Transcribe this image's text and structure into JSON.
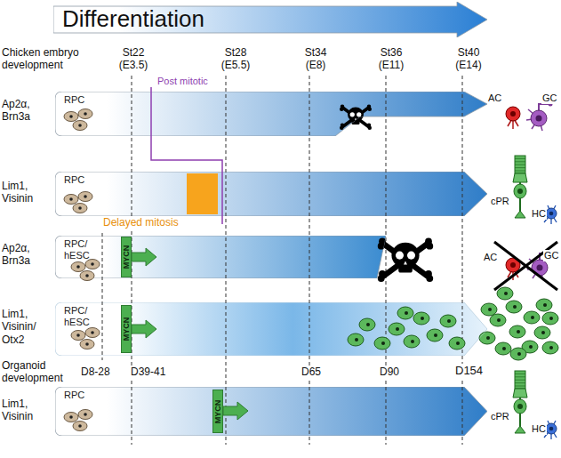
{
  "diagram": {
    "nodes": [
      {
        "text": [
          "Differentiation"
        ]
      },
      {
        "text": [
          "RPC"
        ]
      },
      {
        "text": [
          "RPC"
        ]
      },
      {
        "text": [
          "Delayed mitosis"
        ],
        "in": 2
      },
      {
        "text": [
          "RPC/ hESC"
        ]
      },
      {
        "text": [
          "MYCN"
        ],
        "in": 4
      },
      {
        "text": [
          "RPC/ hESC"
        ]
      },
      {
        "text": [
          "MYCN"
        ],
        "in": 6
      },
      {
        "text": [
          "RPC"
        ]
      },
      {
        "text": [
          "MYCN"
        ],
        "in": 8
      }
    ],
    "labels": [
      "Chicken embryo development",
      "St22 (E3.5)",
      "St28 (E5.5)",
      "St34 (E8)",
      "St36 (E11)",
      "St40 (E14)",
      "Ap2α, Brn3a",
      "Lim1, Visinin",
      "Ap2α, Brn3a",
      "Lim1, Visinin/ Otx2",
      "Lim1, Visinin",
      "Post mitotic",
      "Organoid development",
      "D8-28",
      "D39-41",
      "D65",
      "D90",
      "D154",
      "AC",
      "GC",
      "cPR",
      "HC",
      "AC",
      "GC",
      "cPR",
      "HC"
    ]
  }
}
